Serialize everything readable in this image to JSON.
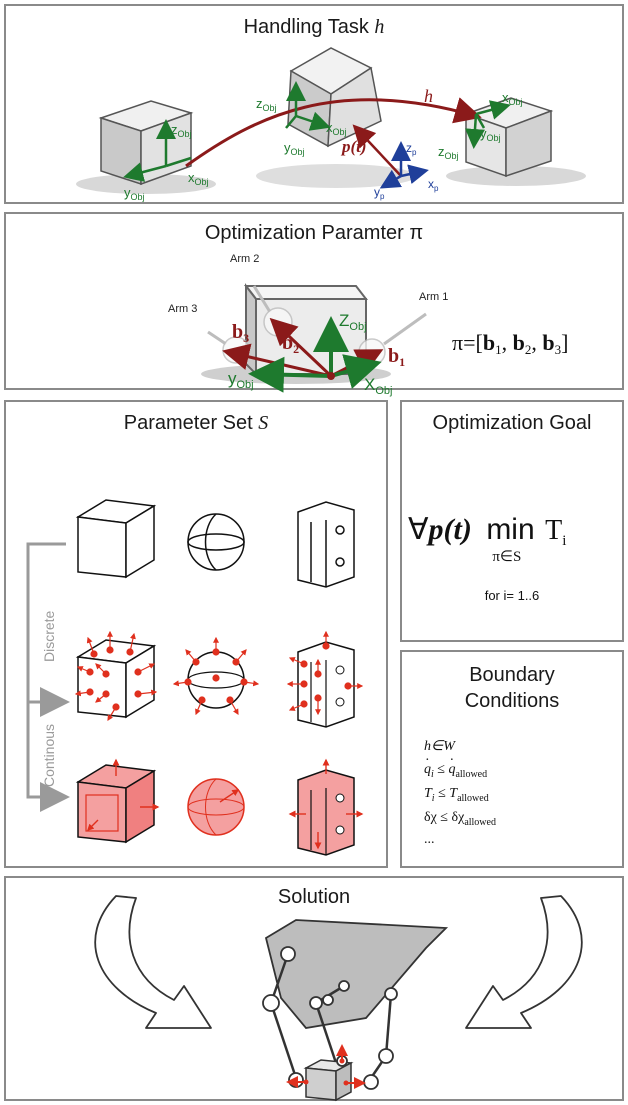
{
  "panels": {
    "handling": {
      "title": "Handling Task",
      "title_var": "h",
      "labels": {
        "z_obj_left": "z",
        "y_obj_left": "y",
        "x_obj_left": "x",
        "z_obj_mid": "z",
        "y_obj_mid": "y",
        "x_obj_mid": "x",
        "x_obj_right": "x",
        "y_obj_right": "y",
        "z_obj_right": "z",
        "obj_sub": "Obj",
        "h": "h",
        "pt": "p(t)",
        "zp": "z",
        "yp": "y",
        "xp": "x",
        "p_sub": "p"
      }
    },
    "optimization_param": {
      "title": "Optimization Paramter π",
      "arm1": "Arm 1",
      "arm2": "Arm 2",
      "arm3": "Arm 3",
      "b1": "b",
      "b1_sub": "1",
      "b2": "b",
      "b2_sub": "2",
      "b3": "b",
      "b3_sub": "3",
      "z_obj": "Z",
      "x_obj": "X",
      "y_obj": "y",
      "obj_sub": "Obj",
      "formula_lhs": "π=[",
      "formula_b1": "b",
      "formula_b1_sub": "1",
      "comma1": ", ",
      "formula_b2": "b",
      "formula_b2_sub": "2",
      "comma2": ", ",
      "formula_b3": "b",
      "formula_b3_sub": "3",
      "formula_rhs": "]"
    },
    "parameter_set": {
      "title": "Parameter Set",
      "title_var": "S",
      "discrete": "Discrete",
      "continuous": "Continous"
    },
    "optimization_goal": {
      "title": "Optimization Goal",
      "forall": "∀",
      "pt": "p(t)",
      "min": "min",
      "sub": "π∈S",
      "T": "T",
      "T_sub": "i",
      "range": "for i= 1..6"
    },
    "boundary": {
      "title_line1": "Boundary",
      "title_line2": "Conditions",
      "c1": "h∈W",
      "c2_lhs": "q",
      "c2_sub": "i",
      "c2_rel": " ≤ ",
      "c2_rhs": "q",
      "c2_rhs_sub": "allowed",
      "c3_lhs": "T",
      "c3_sub": "i",
      "c3_rel": " ≤ ",
      "c3_rhs": "T",
      "c3_rhs_sub": "allowed",
      "c4_lhs": "δχ ≤ δχ",
      "c4_sub": "allowed",
      "c5": "..."
    },
    "solution": {
      "title": "Solution"
    }
  },
  "colors": {
    "dark_red": "#8b1a1a",
    "green": "#1e7a2e",
    "blue": "#1f3f9a",
    "red_accent": "#e0301e",
    "pink_fill": "#f4a0a0",
    "panel_border": "#8a8a8a",
    "arrow_grey": "#9a9a9a"
  }
}
